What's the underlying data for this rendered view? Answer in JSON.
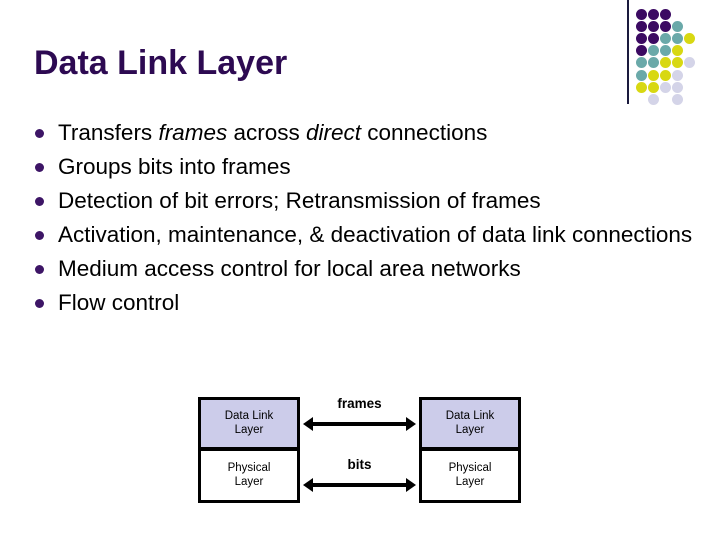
{
  "slide": {
    "title": "Data Link Layer",
    "title_color": "#2d0a52",
    "bullet_color": "#3d1566"
  },
  "bullets": [
    {
      "id": "transfers-frames",
      "parts": [
        {
          "text": "Transfers ",
          "italic": false
        },
        {
          "text": "frames",
          "italic": true
        },
        {
          "text": " across ",
          "italic": false
        },
        {
          "text": "direct",
          "italic": true
        },
        {
          "text": " connections",
          "italic": false
        }
      ]
    },
    {
      "id": "groups-bits",
      "parts": [
        {
          "text": "Groups bits into frames",
          "italic": false
        }
      ]
    },
    {
      "id": "error-detection",
      "parts": [
        {
          "text": "Detection of bit errors;  Retransmission of frames",
          "italic": false
        }
      ]
    },
    {
      "id": "activation-maintenance",
      "parts": [
        {
          "text": "Activation, maintenance, & deactivation of data link connections",
          "italic": false
        }
      ]
    },
    {
      "id": "medium-access-control",
      "parts": [
        {
          "text": "Medium access control for local area networks",
          "italic": false
        }
      ]
    },
    {
      "id": "flow-control",
      "parts": [
        {
          "text": "Flow control",
          "italic": false
        }
      ]
    }
  ],
  "diagram": {
    "left_stack": {
      "upper_label": "Data Link\nLayer",
      "upper_label_line1": "Data Link",
      "upper_label_line2": "Layer",
      "lower_label_line1": "Physical",
      "lower_label_line2": "Layer"
    },
    "right_stack": {
      "upper_label_line1": "Data Link",
      "upper_label_line2": "Layer",
      "lower_label_line1": "Physical",
      "lower_label_line2": "Layer"
    },
    "arrows": [
      {
        "id": "frames-arrow",
        "label": "frames",
        "direction": "bidirectional"
      },
      {
        "id": "bits-arrow",
        "label": "bits",
        "direction": "bidirectional"
      }
    ],
    "box_fill_datalink": "#ccccea",
    "box_fill_physical": "#ffffff",
    "box_border": "#000000"
  },
  "decoration": {
    "divider_color": "#1a1a3d",
    "palette": {
      "purple": "#3b0a62",
      "teal": "#6aa9a9",
      "yellow": "#d8d812",
      "lavender": "#d4d4e8"
    },
    "dots": [
      {
        "col": 0,
        "row": 0,
        "color": "#3b0a62"
      },
      {
        "col": 1,
        "row": 0,
        "color": "#3b0a62"
      },
      {
        "col": 2,
        "row": 0,
        "color": "#3b0a62"
      },
      {
        "col": 0,
        "row": 1,
        "color": "#3b0a62"
      },
      {
        "col": 1,
        "row": 1,
        "color": "#3b0a62"
      },
      {
        "col": 2,
        "row": 1,
        "color": "#3b0a62"
      },
      {
        "col": 3,
        "row": 1,
        "color": "#6aa9a9"
      },
      {
        "col": 0,
        "row": 2,
        "color": "#3b0a62"
      },
      {
        "col": 1,
        "row": 2,
        "color": "#3b0a62"
      },
      {
        "col": 2,
        "row": 2,
        "color": "#6aa9a9"
      },
      {
        "col": 3,
        "row": 2,
        "color": "#6aa9a9"
      },
      {
        "col": 4,
        "row": 2,
        "color": "#d8d812"
      },
      {
        "col": 0,
        "row": 3,
        "color": "#3b0a62"
      },
      {
        "col": 1,
        "row": 3,
        "color": "#6aa9a9"
      },
      {
        "col": 2,
        "row": 3,
        "color": "#6aa9a9"
      },
      {
        "col": 3,
        "row": 3,
        "color": "#d8d812"
      },
      {
        "col": 0,
        "row": 4,
        "color": "#6aa9a9"
      },
      {
        "col": 1,
        "row": 4,
        "color": "#6aa9a9"
      },
      {
        "col": 2,
        "row": 4,
        "color": "#d8d812"
      },
      {
        "col": 3,
        "row": 4,
        "color": "#d8d812"
      },
      {
        "col": 4,
        "row": 4,
        "color": "#d4d4e8"
      },
      {
        "col": 0,
        "row": 5,
        "color": "#6aa9a9"
      },
      {
        "col": 1,
        "row": 5,
        "color": "#d8d812"
      },
      {
        "col": 2,
        "row": 5,
        "color": "#d8d812"
      },
      {
        "col": 3,
        "row": 5,
        "color": "#d4d4e8"
      },
      {
        "col": 0,
        "row": 6,
        "color": "#d8d812"
      },
      {
        "col": 1,
        "row": 6,
        "color": "#d8d812"
      },
      {
        "col": 2,
        "row": 6,
        "color": "#d4d4e8"
      },
      {
        "col": 3,
        "row": 6,
        "color": "#d4d4e8"
      },
      {
        "col": 1,
        "row": 7,
        "color": "#d4d4e8"
      },
      {
        "col": 3,
        "row": 7,
        "color": "#d4d4e8"
      }
    ]
  }
}
